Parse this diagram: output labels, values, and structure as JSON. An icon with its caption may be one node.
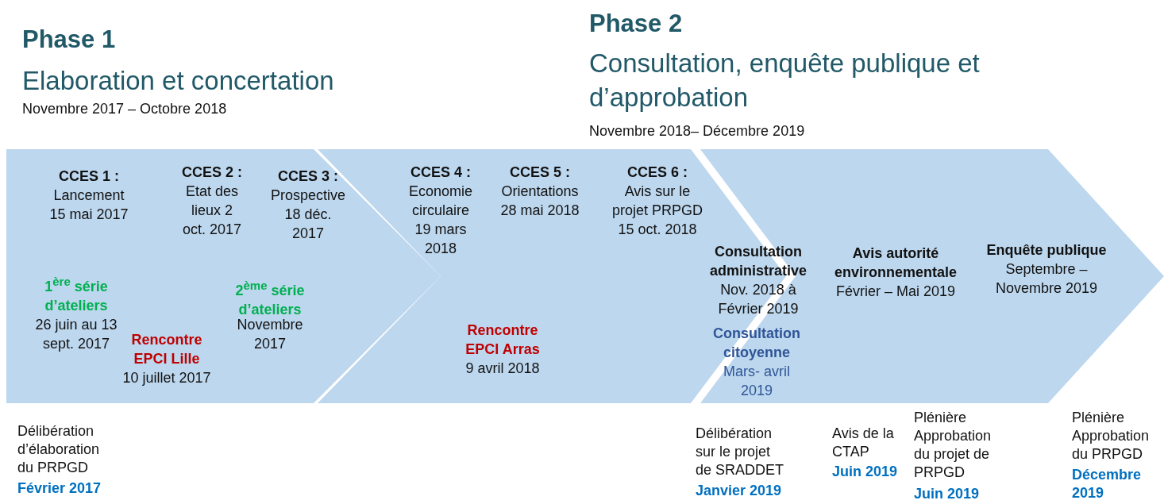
{
  "diagram": {
    "nodes": [
      {
        "text": [
          "CCES 1 :",
          "Lancement 15 mai 2017",
          "CCES 2 :",
          "Etat des lieux 2 oct. 2017",
          "CCES 3 :",
          "Prospective 18 déc. 2017",
          "1$^{ère}$ série d’ateliers",
          "26 juin au 13 sept. 2017",
          "Rencontre EPCI Lille",
          "10 juillet 2017",
          "2$^{ème}$ série d’ateliers",
          "Novembre 2017"
        ]
      },
      {
        "text": [
          "CCES 4 :",
          "Economie circulaire 19 mars 2018",
          "CCES 5 :",
          "Orientations 28 mai 2018",
          "CCES 6 :",
          "Avis sur le projet PRPGD 15 oct. 2018",
          "Rencontre EPCI Arras",
          "9 avril 2018",
          "Consultation administrative",
          "Nov. 2018 à Février 2019"
        ]
      },
      {
        "text": [
          "Consultation citoyenne",
          "Mars- avril 2019",
          "Avis autorité environnementale",
          "Février – Mai 2019",
          "Enquête publique",
          "Septembre – Novembre 2019"
        ]
      }
    ],
    "edges": [],
    "labels": [
      "Phase 1",
      "Elaboration et concertation",
      "Novembre 2017 – Octobre 2018",
      "Phase 2",
      "Consultation, enquête publique et d’approbation",
      "Novembre 2018– Décembre 2019",
      "Délibération d’élaboration du PRPGD",
      "Février 2017",
      "Délibération sur le projet de SRADDET",
      "Janvier 2019",
      "Avis de la CTAP",
      "Juin 2019",
      "Plénière Approbation du projet de PRPGD",
      "Juin 2019",
      "Plénière Approbation du PRPGD",
      "Décembre 2019"
    ]
  }
}
